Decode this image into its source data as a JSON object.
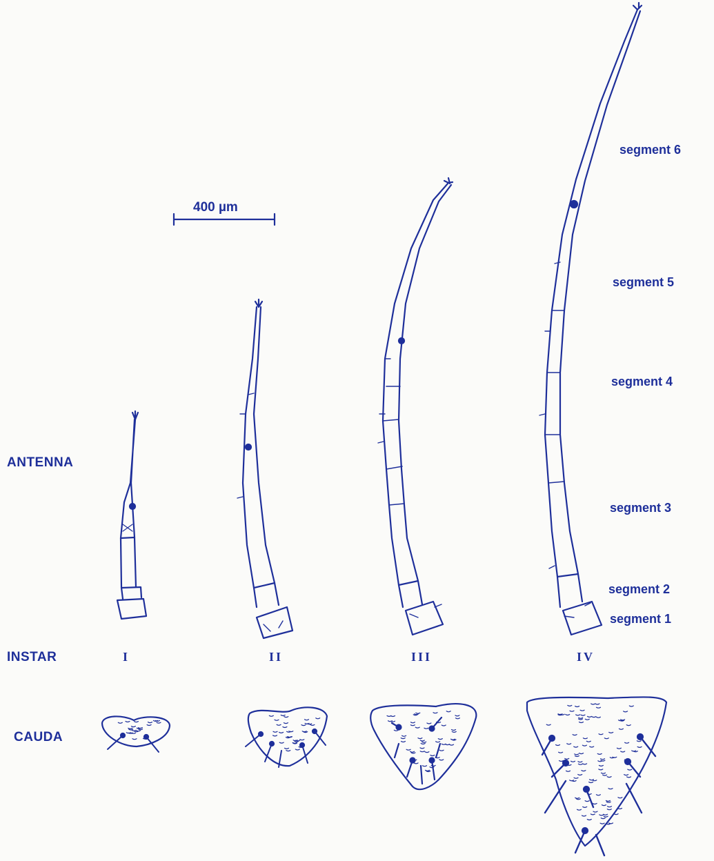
{
  "scale_bar": {
    "label": "400 µm"
  },
  "row_labels": {
    "antenna": "ANTENNA",
    "instar": "INSTAR",
    "cauda": "CAUDA"
  },
  "instars": [
    "I",
    "II",
    "III",
    "IV"
  ],
  "segment_labels": [
    "segment 6",
    "segment 5",
    "segment 4",
    "segment 3",
    "segment 2",
    "segment 1"
  ],
  "colors": {
    "ink": "#1e2f9a",
    "paper": "#fbfbf9"
  }
}
